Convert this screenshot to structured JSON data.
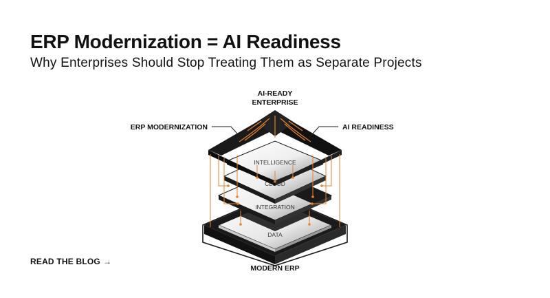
{
  "header": {
    "title": "ERP Modernization = AI Readiness",
    "subtitle": "Why Enterprises Should Stop Treating Them as Separate Projects"
  },
  "diagram": {
    "top_label_line1": "AI-READY",
    "top_label_line2": "ENTERPRISE",
    "left_label": "ERP MODERNIZATION",
    "right_label": "AI READINESS",
    "bottom_label": "MODERN ERP",
    "layers": [
      "INTELLIGENCE",
      "CLOUD",
      "INTEGRATION",
      "DATA"
    ]
  },
  "cta": {
    "label": "READ THE BLOG",
    "arrow": "→"
  },
  "colors": {
    "accent": "#e8822a",
    "dark": "#1a1a1a",
    "text": "#111111"
  },
  "icons": [
    "arrow-right-icon"
  ]
}
